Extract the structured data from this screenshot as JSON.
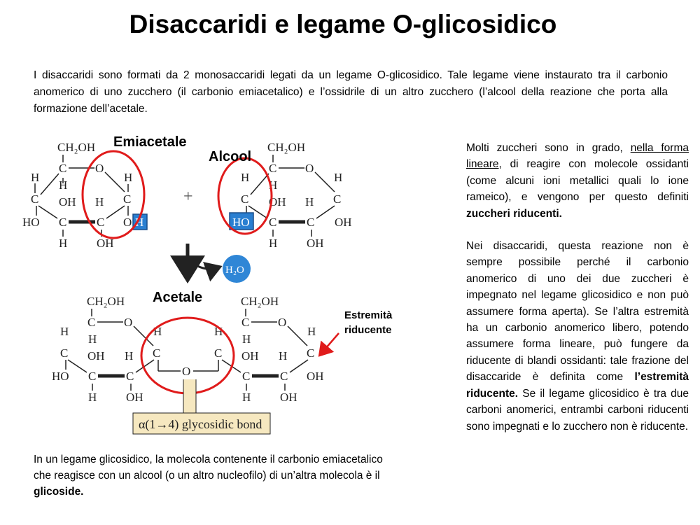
{
  "title": "Disaccaridi e legame O-glicosidico",
  "intro": "I disaccaridi sono formati da 2 monosaccaridi legati da un legame O-glicosidico. Tale legame viene instaurato tra il carbonio anomerico di uno zucchero (il carbonio emiacetalico) e l’ossidrile di un altro zucchero (l’alcool della reazione che porta alla formazione dell’acetale.",
  "labels": {
    "emiacetale": "Emiacetale",
    "alcool": "Alcool",
    "acetale": "Acetale",
    "estremita_1": "Estremità",
    "estremita_2": "riducente",
    "plus": "+",
    "water": "H₂O",
    "bond": "α(1→4) glycosidic bond"
  },
  "diagram_text": {
    "ch2oh": "CH₂OH",
    "c": "C",
    "o": "O",
    "h": "H",
    "oh": "OH",
    "ho": "HO"
  },
  "right": {
    "p1_a": "Molti zuccheri sono in grado, ",
    "p1_u": "nella forma lineare",
    "p1_b": ", di reagire con molecole ossidanti (come alcuni ioni metallici quali lo ione rameico), e vengono per questo definiti ",
    "p1_strong": "zuccheri riducenti.",
    "p2_a": "Nei disaccaridi, questa reazione non è sempre possibile perché il carbonio anomerico di uno dei due zuccheri è impegnato nel legame glicosidico e non può assumere forma aperta). Se l’altra estremità ha un carbonio anomerico libero, potendo assumere forma lineare, può fungere da riducente di blandi ossidanti: tale frazione del disaccaride è definita come ",
    "p2_strong": "l’estremità riducente.",
    "p2_b": " Se il legame glicosidico è tra due carboni anomerici, entrambi carboni riducenti sono impegnati e lo zucchero non è riducente."
  },
  "bottom": {
    "text_a": "In un legame glicosidico, la molecola contenente il carbonio emiacetalico che reagisce con un alcool (o un altro nucleofilo) di un’altra molecola è il ",
    "strong": "glicoside."
  },
  "colors": {
    "highlight_red": "#e01b1b",
    "hydrogen_blue": "#2a7fd1",
    "water_blue": "#2f86d6",
    "bond_label_bg": "#f6e8c0"
  }
}
